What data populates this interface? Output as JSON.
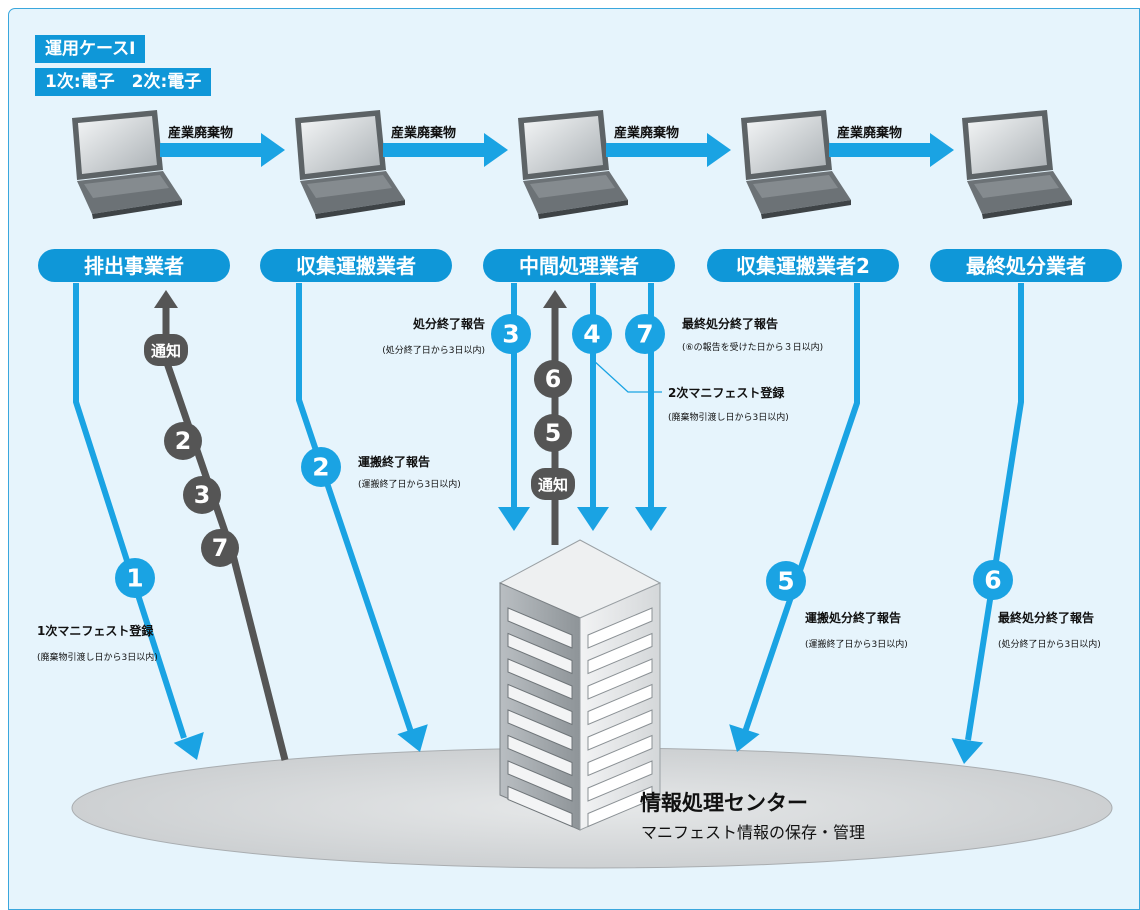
{
  "header": {
    "case_label": "運用ケースⅠ",
    "mode_label": "1次:電子　2次:電子"
  },
  "waste_label": "産業廃棄物",
  "parties": [
    {
      "id": "discharger",
      "label": "排出事業者"
    },
    {
      "id": "collector1",
      "label": "収集運搬業者"
    },
    {
      "id": "intermediate",
      "label": "中間処理業者"
    },
    {
      "id": "collector2",
      "label": "収集運搬業者2"
    },
    {
      "id": "final",
      "label": "最終処分業者"
    }
  ],
  "center": {
    "title": "情報処理センター",
    "subtitle": "マニフェスト情報の保存・管理"
  },
  "notify_label": "通知",
  "steps": {
    "s1": {
      "number": "1",
      "label": "1次マニフェスト登録",
      "note": "(廃棄物引渡し日から3日以内)"
    },
    "s2": {
      "number": "2",
      "label": "運搬終了報告",
      "note": "(運搬終了日から3日以内)"
    },
    "s3": {
      "number": "3",
      "label": "処分終了報告",
      "note": "(処分終了日から3日以内)"
    },
    "s4": {
      "number": "4",
      "label": "2次マニフェスト登録",
      "note": "(廃棄物引渡し日から3日以内)"
    },
    "s5": {
      "number": "5",
      "label": "運搬処分終了報告",
      "note": "(運搬終了日から3日以内)"
    },
    "s6": {
      "number": "6",
      "label": "最終処分終了報告",
      "note": "(処分終了日から3日以内)"
    },
    "s7": {
      "number": "7",
      "label": "最終処分終了報告",
      "note": "(⑥の報告を受けた日から３日以内)"
    }
  },
  "notify_numbers_left": [
    "2",
    "3",
    "7"
  ],
  "notify_numbers_center": [
    "6",
    "5"
  ],
  "colors": {
    "accent_blue": "#1aa3e3",
    "badge_blue": "#0f97d8",
    "dark": "#555555",
    "background": "#e6f4fc",
    "ellipse": "#d7dadb"
  }
}
